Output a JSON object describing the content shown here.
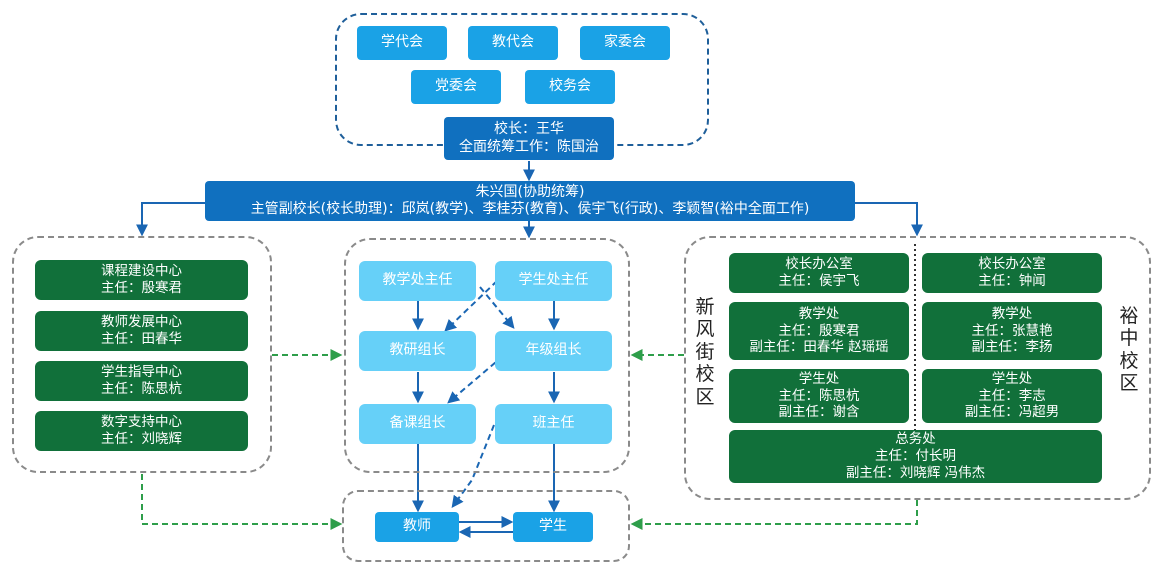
{
  "top_group": {
    "councils": [
      "学代会",
      "教代会",
      "家委会"
    ],
    "committees": [
      "党委会",
      "校务会"
    ]
  },
  "principal": {
    "line1": "校长：王华",
    "line2": "全面统筹工作：陈国治"
  },
  "vice": {
    "line1": "朱兴国(协助统筹)",
    "line2": "主管副校长(校长助理)：邱岚(教学)、李桂芬(教育)、侯宇飞(行政)、李颖智(裕中全面工作)"
  },
  "centers": [
    {
      "name": "课程建设中心",
      "head": "主任：殷寒君"
    },
    {
      "name": "教师发展中心",
      "head": "主任：田春华"
    },
    {
      "name": "学生指导中心",
      "head": "主任：陈思杭"
    },
    {
      "name": "数字支持中心",
      "head": "主任：刘晓辉"
    }
  ],
  "middle": {
    "teaching_director": "教学处主任",
    "student_director": "学生处主任",
    "research_leader": "教研组长",
    "grade_leader": "年级组长",
    "lesson_leader": "备课组长",
    "class_teacher": "班主任"
  },
  "bottom": {
    "teacher": "教师",
    "student": "学生"
  },
  "campus_labels": {
    "xinfeng": [
      "新",
      "风",
      "街",
      "校",
      "区"
    ],
    "yuzhong": [
      "裕",
      "中",
      "校",
      "区"
    ]
  },
  "xinfeng": {
    "office": {
      "name": "校长办公室",
      "head": "主任：侯宇飞"
    },
    "teaching": {
      "name": "教学处",
      "head": "主任：殷寒君",
      "deputy": "副主任：田春华 赵瑶瑶"
    },
    "student": {
      "name": "学生处",
      "head": "主任：陈思杭",
      "deputy": "副主任：谢含"
    }
  },
  "yuzhong": {
    "office": {
      "name": "校长办公室",
      "head": "主任：钟闻"
    },
    "teaching": {
      "name": "教学处",
      "head": "主任：张慧艳",
      "deputy": "副主任：李扬"
    },
    "student": {
      "name": "学生处",
      "head": "主任：李志",
      "deputy": "副主任：冯超男"
    }
  },
  "general_affairs": {
    "name": "总务处",
    "head": "主任：付长明",
    "deputy": "副主任：刘晓辉 冯伟杰"
  },
  "colors": {
    "cyan": "#1aa2e6",
    "blue": "#1070bf",
    "green": "#11703a",
    "light_cyan": "#66d0f8",
    "arrow_blue": "#1a66b3",
    "arrow_green": "#2e9e4a"
  }
}
